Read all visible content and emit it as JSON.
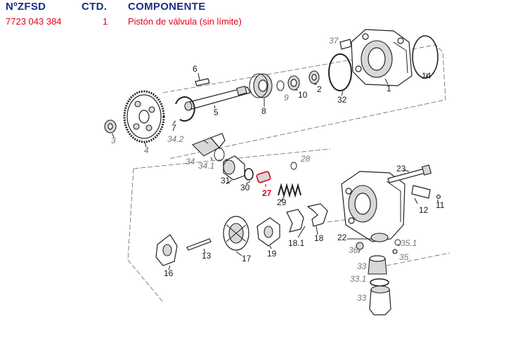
{
  "table": {
    "headers": {
      "code": "NºZFSD",
      "qty": "CTD.",
      "component": "COMPONENTE"
    },
    "row": {
      "code": "7723 043 384",
      "qty": "1",
      "component": "Pistón de válvula (sin límite)"
    }
  },
  "callouts": [
    {
      "text": "6",
      "style": "normal"
    },
    {
      "text": "5",
      "style": "normal"
    },
    {
      "text": "8",
      "style": "normal"
    },
    {
      "text": "9",
      "style": "italic"
    },
    {
      "text": "10",
      "style": "normal"
    },
    {
      "text": "2",
      "style": "normal"
    },
    {
      "text": "32",
      "style": "normal"
    },
    {
      "text": "1",
      "style": "normal"
    },
    {
      "text": "14",
      "style": "normal"
    },
    {
      "text": "37",
      "style": "italic"
    },
    {
      "text": "7",
      "style": "normal"
    },
    {
      "text": "3",
      "style": "italic"
    },
    {
      "text": "4",
      "style": "italic"
    },
    {
      "text": "34.2",
      "style": "italic"
    },
    {
      "text": "34",
      "style": "italic"
    },
    {
      "text": "34.1",
      "style": "italic"
    },
    {
      "text": "28",
      "style": "italic"
    },
    {
      "text": "31",
      "style": "normal"
    },
    {
      "text": "30",
      "style": "normal"
    },
    {
      "text": "27",
      "style": "highlight"
    },
    {
      "text": "29",
      "style": "normal"
    },
    {
      "text": "23",
      "style": "normal"
    },
    {
      "text": "12",
      "style": "normal"
    },
    {
      "text": "11",
      "style": "normal"
    },
    {
      "text": "18.1",
      "style": "normal"
    },
    {
      "text": "18",
      "style": "normal"
    },
    {
      "text": "22",
      "style": "normal"
    },
    {
      "text": "36",
      "style": "italic"
    },
    {
      "text": "35.1",
      "style": "italic"
    },
    {
      "text": "35",
      "style": "italic"
    },
    {
      "text": "16",
      "style": "normal"
    },
    {
      "text": "13",
      "style": "normal"
    },
    {
      "text": "17",
      "style": "normal"
    },
    {
      "text": "19",
      "style": "normal"
    },
    {
      "text": "33",
      "style": "italic"
    },
    {
      "text": "33.1",
      "style": "italic"
    },
    {
      "text": "33",
      "style": "italic"
    }
  ],
  "colors": {
    "header": "#1a2f80",
    "selected_row": "#e0001a",
    "highlight_callout": "#e0001a"
  }
}
